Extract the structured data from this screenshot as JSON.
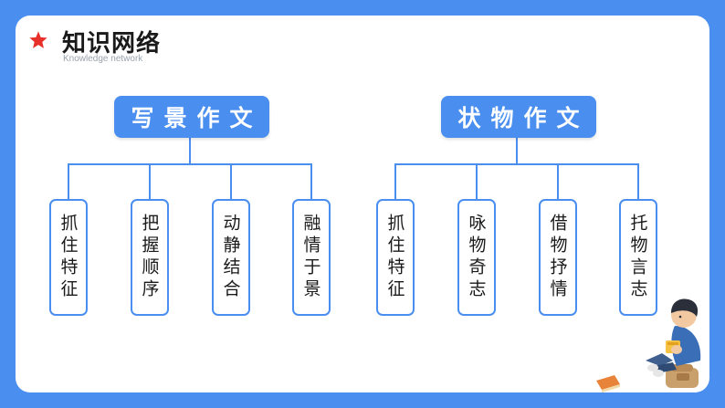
{
  "header": {
    "title": "知识网络",
    "subtitle": "Knowledge network",
    "icon": "star-icon"
  },
  "colors": {
    "background": "#4a8ef0",
    "accent": "#4a8ef0",
    "star": "#e8302a"
  },
  "diagram": {
    "left": {
      "label": "写景作文",
      "items": [
        "抓住特征",
        "把握顺序",
        "动静结合",
        "融情于景"
      ]
    },
    "right": {
      "label": "状物作文",
      "items": [
        "抓住特征",
        "咏物奇志",
        "借物抒情",
        "托物言志"
      ]
    }
  }
}
